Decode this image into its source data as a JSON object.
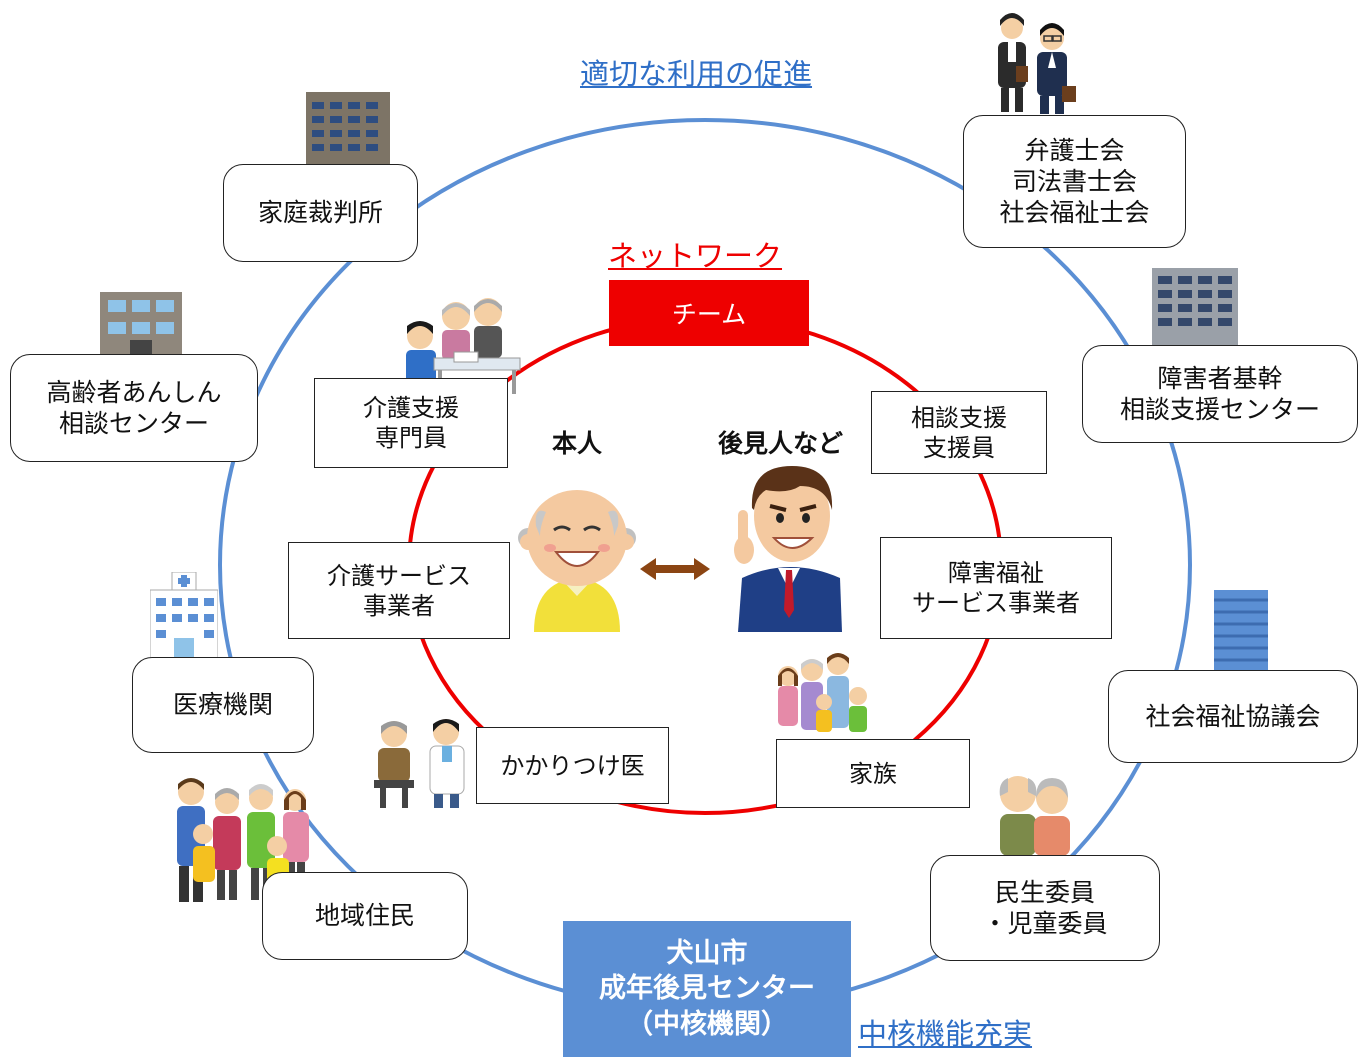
{
  "colors": {
    "outer_ring": "#5b8fd4",
    "inner_ring": "#ee0000",
    "outer_link": "#2f6fc7",
    "inner_link": "#ee0000",
    "center_box": "#5b8fd4",
    "team_box": "#ee0000",
    "arrow": "#8b4513"
  },
  "labels": {
    "outer_link": "適切な利用の促進",
    "inner_link": "ネットワーク",
    "bottom_link": "中核機能充実"
  },
  "team": {
    "label": "チーム"
  },
  "center": {
    "lines": [
      "犬山市",
      "成年後見センター",
      "（中核機関）"
    ]
  },
  "people": {
    "principal": "本人",
    "guardian": "後見人など"
  },
  "outer_nodes": {
    "family_court": [
      "家庭裁判所"
    ],
    "lawyers": [
      "弁護士会",
      "司法書士会",
      "社会福祉士会"
    ],
    "elderly_center": [
      "高齢者あんしん",
      "相談センター"
    ],
    "disability_center": [
      "障害者基幹",
      "相談支援センター"
    ],
    "medical": [
      "医療機関"
    ],
    "social_council": [
      "社会福祉協議会"
    ],
    "residents": [
      "地域住民"
    ],
    "welfare_commissioner": [
      "民生委員",
      "・児童委員"
    ]
  },
  "inner_nodes": {
    "care_manager": [
      "介護支援",
      "専門員"
    ],
    "consult_support": [
      "相談支援",
      "支援員"
    ],
    "care_service": [
      "介護サービス",
      "事業者"
    ],
    "disability_service": [
      "障害福祉",
      "サービス事業者"
    ],
    "family_doctor": [
      "かかりつけ医"
    ],
    "family": [
      "家族"
    ]
  },
  "icons": [
    "office-building-icon",
    "lawyer-pair-icon",
    "small-building-icon",
    "tall-building-icon",
    "hospital-icon",
    "blue-tower-icon",
    "crowd-of-residents-icon",
    "elderly-couple-icon",
    "care-consultation-icon",
    "doctor-patient-icon",
    "family-group-icon",
    "elderly-man-icon",
    "businessman-icon",
    "double-arrow-icon"
  ]
}
